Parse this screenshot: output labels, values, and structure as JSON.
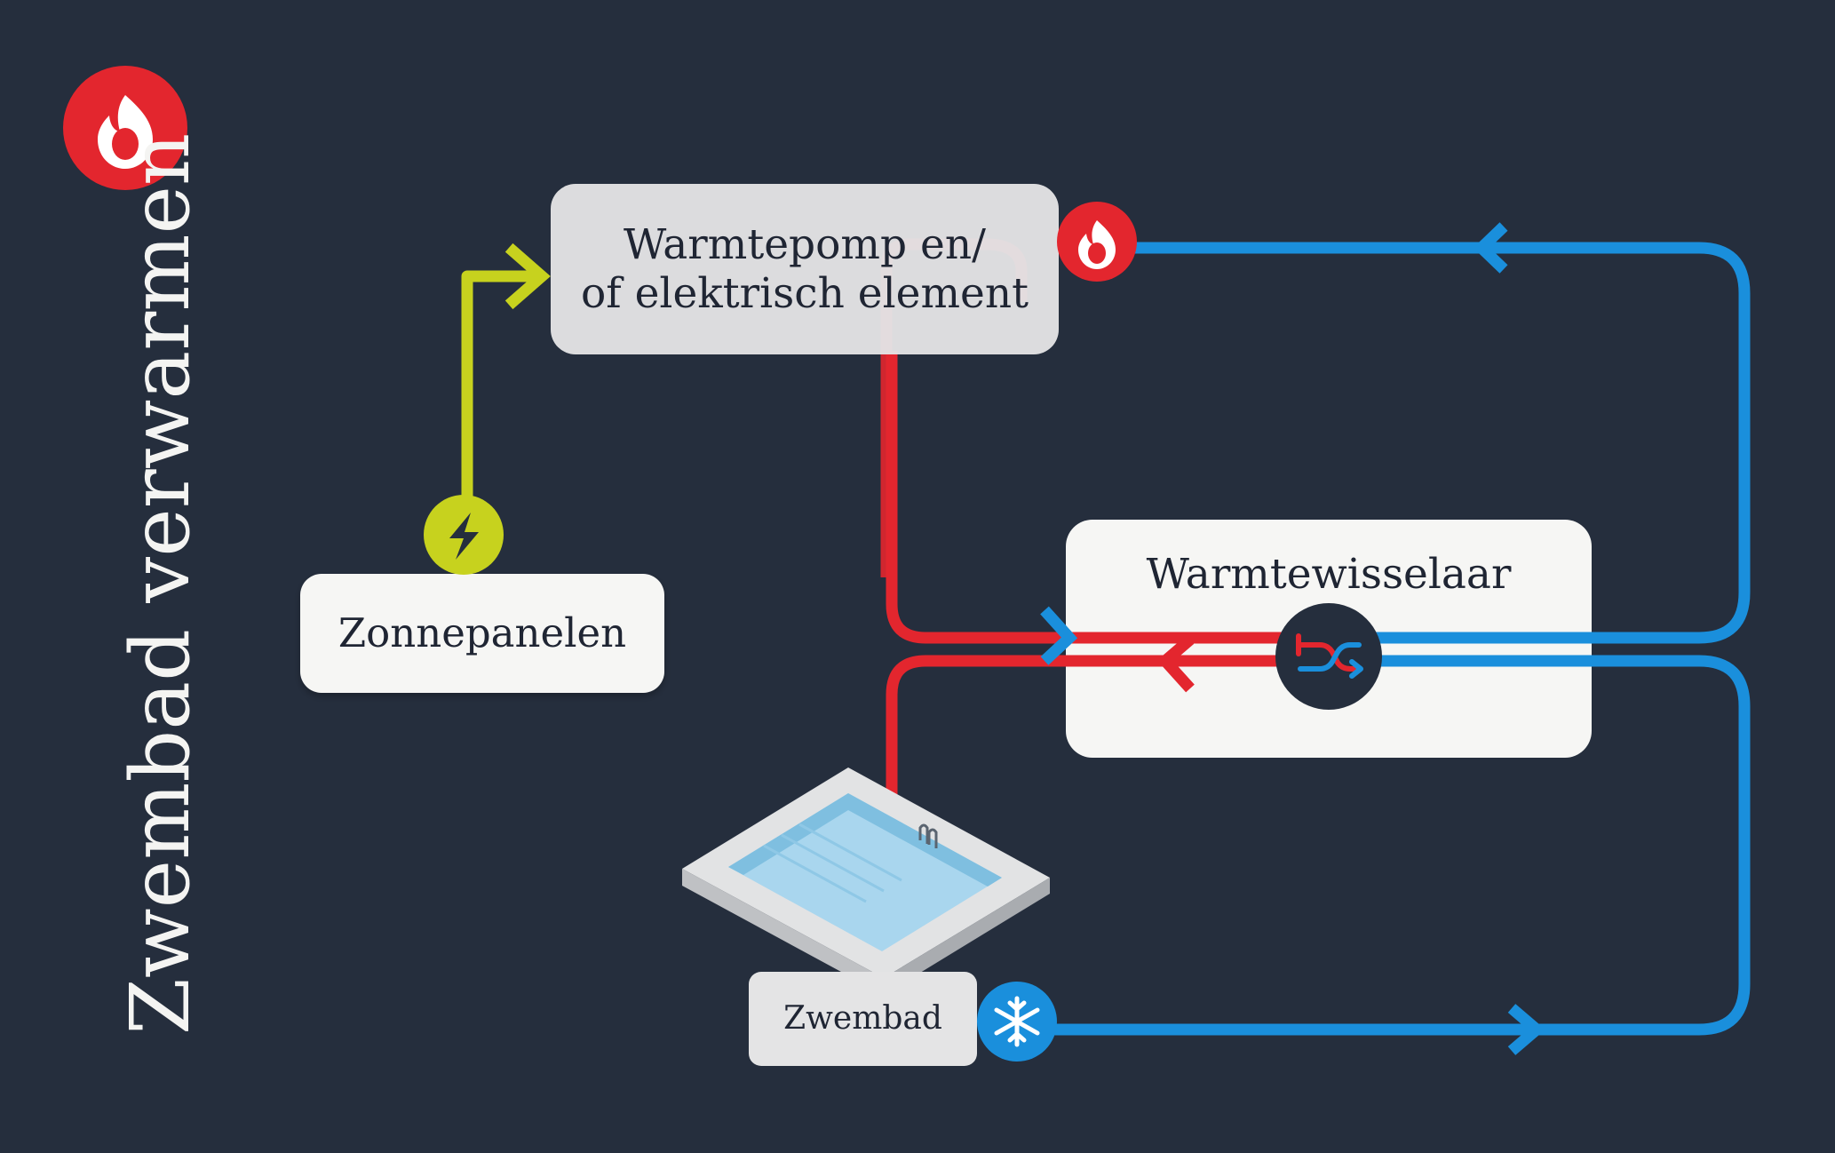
{
  "title": "Zwembad verwarmen",
  "nodes": {
    "heatpump": {
      "label_line1": "Warmtepomp en/",
      "label_line2": "of elektrisch element"
    },
    "solar": {
      "label": "Zonnepanelen"
    },
    "exchanger": {
      "label": "Warmtewisselaar"
    },
    "pool": {
      "label": "Zwembad"
    }
  },
  "icons": {
    "title_badge": "flame-icon",
    "hot_indicator": "flame-icon",
    "solar_power": "lightning-bolt-icon",
    "heat_exchange": "exchange-arrows-icon",
    "cold_indicator": "snowflake-icon"
  },
  "colors": {
    "background": "#252e3d",
    "hot": "#e3262e",
    "cold": "#1a8fdc",
    "solar": "#c7d21e",
    "box": "#e4e4e5",
    "box_light": "#f6f6f4",
    "text": "#1f2533"
  }
}
